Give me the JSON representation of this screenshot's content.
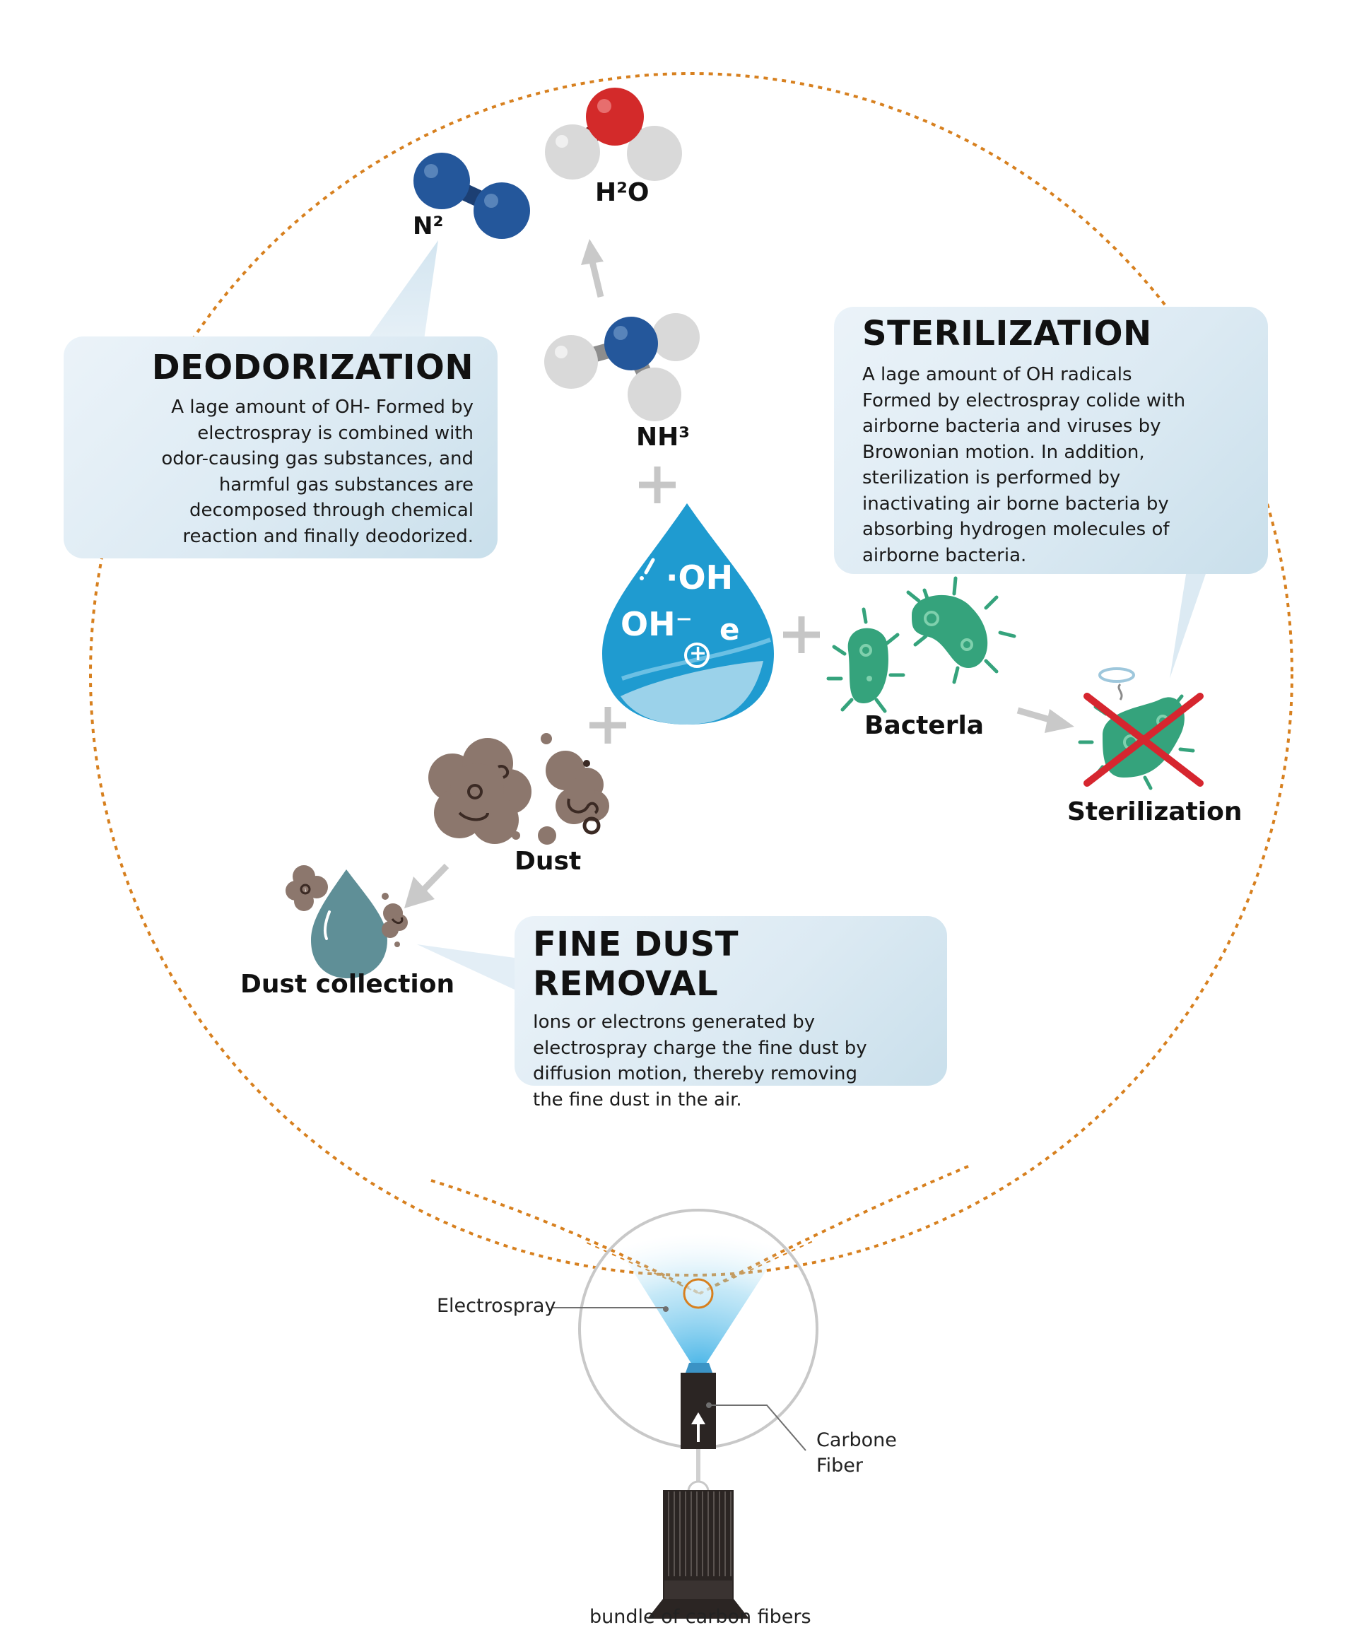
{
  "colors": {
    "dotted_circle": "#d7801f",
    "callout_fill": "#dbe9f3",
    "drop_blue": "#1f9bd0",
    "bacteria_green": "#35a37c",
    "dust_brown": "#8c776d",
    "molecule_blue": "#24579b",
    "molecule_red": "#d32a2a",
    "molecule_grey": "#d9d9d9",
    "cross_red": "#d6262f",
    "arrow_grey": "#c9c9c9",
    "collection_drop": "#5f8f97"
  },
  "molecules": {
    "n2": "N²",
    "h2o": "H²O",
    "nh3": "NH³"
  },
  "droplet": {
    "oh_radical": "·OH",
    "oh_ion": "OH⁻",
    "electron": "e",
    "positive_ion": "+"
  },
  "labels": {
    "bacteria": "Bacterla",
    "sterilization": "Sterilization",
    "dust": "Dust",
    "dust_collection": "Dust collection"
  },
  "callouts": {
    "deodorization": {
      "title": "DEODORIZATION",
      "body": "A lage amount of OH- Formed by\nelectrospray is combined with\nodor-causing gas substances, and\nharmful gas substances are\ndecomposed through chemical\nreaction and finally deodorized."
    },
    "sterilization": {
      "title": "STERILIZATION",
      "body": "A lage amount of OH radicals\nFormed by electrospray colide with\nairborne bacteria and viruses by\nBrowonian motion. In addition,\nsterilization is performed by\ninactivating air borne bacteria by\nabsorbing hydrogen molecules of\nairborne bacteria."
    },
    "fine_dust": {
      "title": "FINE DUST REMOVAL",
      "body": "Ions or electrons generated by\nelectrospray charge the fine dust by\ndiffusion motion, thereby removing\nthe fine dust in the air."
    }
  },
  "device": {
    "electrospray": "Electrospray",
    "carbone_fiber": "Carbone\nFiber",
    "bundle": "bundle of carbon fibers"
  }
}
